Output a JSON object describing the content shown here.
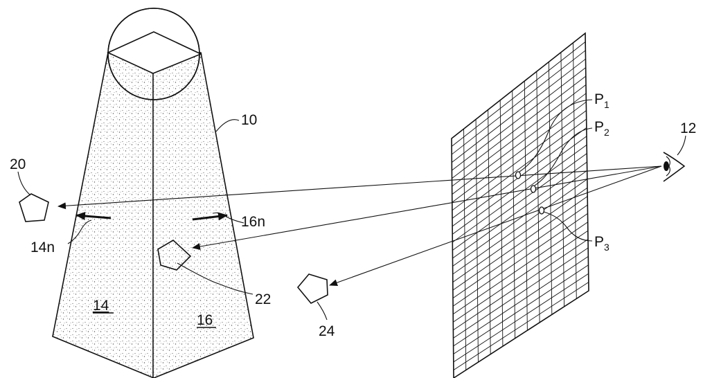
{
  "labels": {
    "frustum": "10",
    "eye": "12",
    "left_face": "14",
    "right_face": "16",
    "left_face_normal": "14n",
    "right_face_normal": "16n",
    "object_a": "20",
    "object_b": "22",
    "object_c": "24",
    "p1": "P",
    "p1_sub": "1",
    "p2": "P",
    "p2_sub": "2",
    "p3": "P",
    "p3_sub": "3"
  },
  "colors": {
    "ink": "#111111",
    "paper": "#ffffff"
  }
}
